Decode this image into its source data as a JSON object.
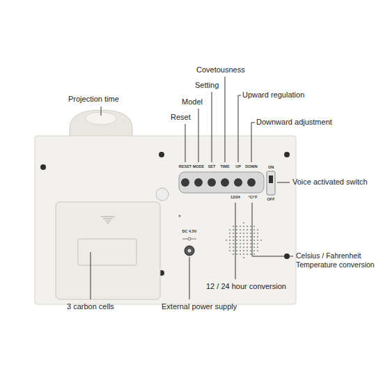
{
  "diagram": {
    "labels": [
      "Projection time",
      "Covetousness",
      "Setting",
      "Model",
      "Reset",
      "Upward regulation",
      "Downward adjustment",
      "Voice activated switch",
      "RESET",
      "MODE",
      "SET",
      "TIME",
      "UP",
      "DOWN",
      "ON",
      "OFF",
      "12/24",
      "°C/°F",
      "DC 4.5V",
      "Celsius / Fahrenheit Temperature conversion",
      "12 / 24 hour conversion",
      "3 carbon cells",
      "External power supply"
    ]
  }
}
